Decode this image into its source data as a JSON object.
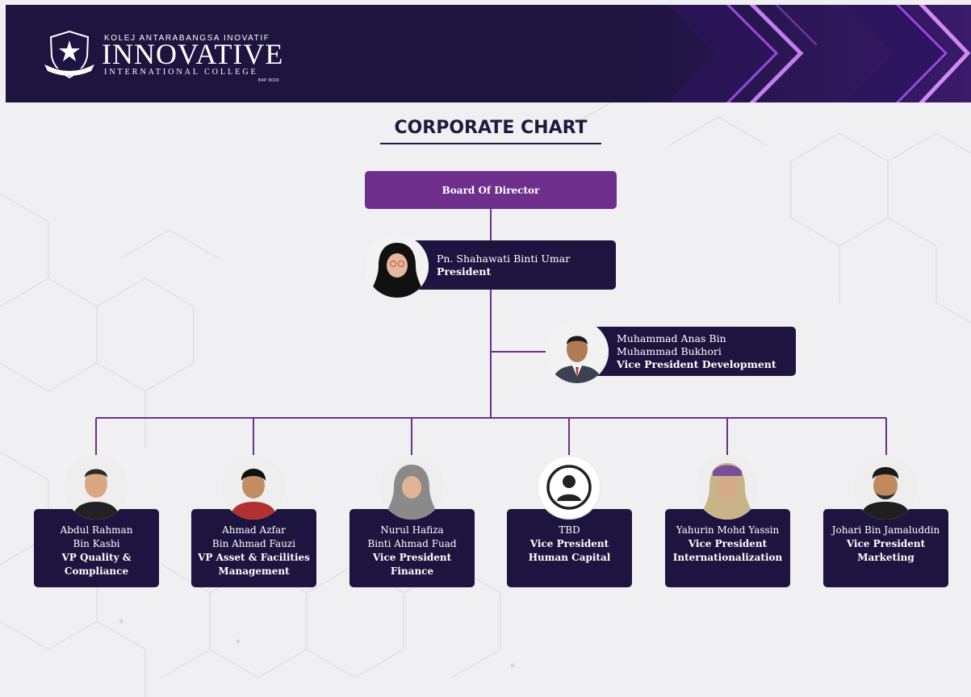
{
  "header": {
    "logo": {
      "top_text": "KOLEJ ANTARABANGSA INOVATIF",
      "main_text": "INNOVATIVE",
      "sub_text": "INTERNATIONAL COLLEGE",
      "reg_text": "B4P 8030",
      "emblem_icon": "shield-star-emblem-icon"
    }
  },
  "title": "CORPORATE CHART",
  "colors": {
    "header_bg": "#1d1440",
    "board_bg": "#6e2f8c",
    "box_bg": "#1e1440",
    "connector": "#6e2f8c",
    "page_bg": "#f0f0f2",
    "chevron": "#a24dd6"
  },
  "board": {
    "label": "Board Of Director"
  },
  "president": {
    "name": "Pn. Shahawati Binti Umar",
    "role": "President",
    "photo_icon": "portrait-hijab-woman-icon"
  },
  "vp_development": {
    "name_line1": "Muhammad Anas Bin",
    "name_line2": "Muhammad Bukhori",
    "role": "Vice President Development",
    "photo_icon": "portrait-man-suit-icon"
  },
  "vps": [
    {
      "name_line1": "Abdul Rahman",
      "name_line2": "Bin Kasbi",
      "role_line1": "VP Quality &",
      "role_line2": "Compliance",
      "photo_icon": "portrait-man-icon"
    },
    {
      "name_line1": "Ahmad Azfar",
      "name_line2": "Bin Ahmad Fauzi",
      "role_line1": "VP Asset & Facilities",
      "role_line2": "Management",
      "photo_icon": "portrait-man-icon"
    },
    {
      "name_line1": "Nurul Hafiza",
      "name_line2": "Binti Ahmad Fuad",
      "role_line1": "Vice President",
      "role_line2": "Finance",
      "photo_icon": "portrait-hijab-woman-icon"
    },
    {
      "name_line1": "TBD",
      "name_line2": "",
      "role_line1": "Vice President",
      "role_line2": "Human Capital",
      "photo_icon": "user-placeholder-icon"
    },
    {
      "name_line1": "Yahurin Mohd Yassin",
      "name_line2": "",
      "role_line1": "Vice President",
      "role_line2": "Internationalization",
      "photo_icon": "portrait-hijab-woman-icon"
    },
    {
      "name_line1": "Johari Bin Jamaluddin",
      "name_line2": "",
      "role_line1": "Vice President",
      "role_line2": "Marketing",
      "photo_icon": "portrait-man-icon"
    }
  ]
}
